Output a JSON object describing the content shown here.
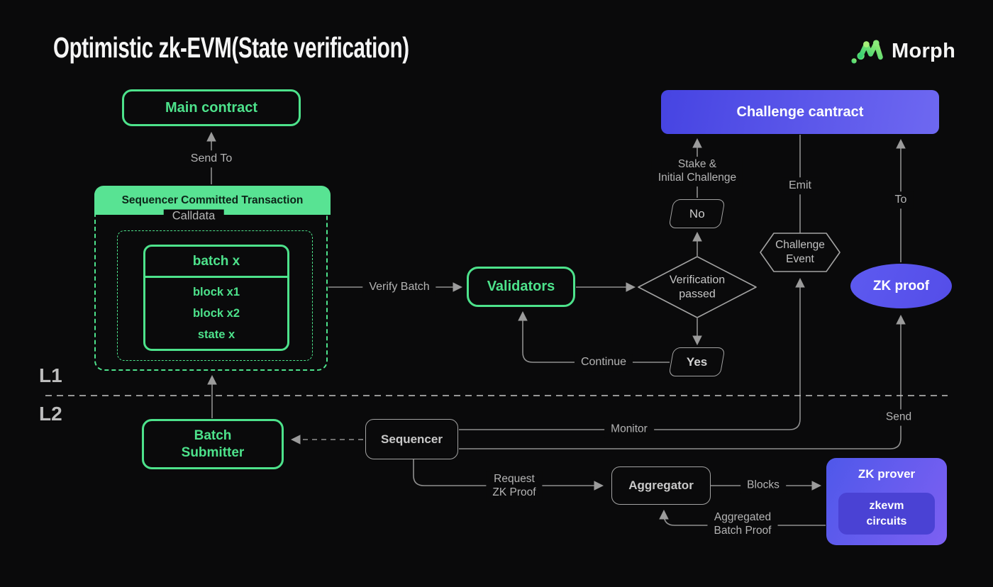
{
  "title": "Optimistic zk-EVM(State verification)",
  "brand": {
    "name": "Morph"
  },
  "layers": {
    "l1": "L1",
    "l2": "L2"
  },
  "nodes": {
    "main_contract": "Main contract",
    "sct_header": "Sequencer Committed Transaction",
    "calldata": "Calldata",
    "batch_title": "batch x",
    "batch_rows": [
      "block x1",
      "block x2",
      "state x"
    ],
    "validators": "Validators",
    "decision": {
      "line1": "Verification",
      "line2": "passed"
    },
    "no": "No",
    "yes": "Yes",
    "challenge_contract": "Challenge cantract",
    "challenge_event": {
      "line1": "Challenge",
      "line2": "Event"
    },
    "zk_proof": "ZK proof",
    "batch_submitter": {
      "line1": "Batch",
      "line2": "Submitter"
    },
    "sequencer": "Sequencer",
    "aggregator": "Aggregator",
    "zk_prover": "ZK prover",
    "zkevm_circuits": {
      "line1": "zkevm",
      "line2": "circuits"
    }
  },
  "edge_labels": {
    "send_to": "Send To",
    "verify_batch": "Verify Batch",
    "stake": {
      "line1": "Stake &",
      "line2": "Initial Challenge"
    },
    "emit": "Emit",
    "to": "To",
    "continue": "Continue",
    "monitor": "Monitor",
    "send": "Send",
    "request": {
      "line1": "Request",
      "line2": "ZK Proof"
    },
    "blocks": "Blocks",
    "aggregated": {
      "line1": "Aggregated",
      "line2": "Batch Proof"
    }
  },
  "colors": {
    "background": "#0a0a0b",
    "green_accent": "#4de28b",
    "green_fill": "#58e393",
    "purple_start": "#4644e2",
    "purple_end": "#6e68f1",
    "zk_inner": "#4a42d4",
    "gray_line": "#8f8f8f"
  }
}
